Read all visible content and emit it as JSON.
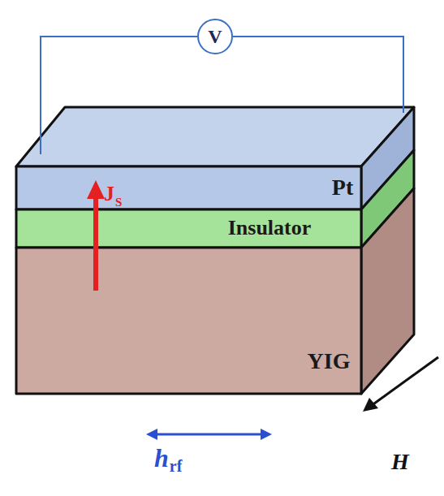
{
  "diagram": {
    "nodes": [
      {
        "text": [
          "V"
        ]
      },
      {
        "text": [
          "Pt"
        ]
      },
      {
        "text": [
          "Insulator"
        ]
      },
      {
        "text": [
          "YIG"
        ]
      }
    ],
    "edges": [
      {
        "from": 0,
        "to": 1,
        "arrow": "none"
      },
      {
        "from": 0,
        "to": 1,
        "arrow": "none"
      }
    ],
    "labels": [
      "J",
      "S",
      "h",
      "rf",
      "H"
    ]
  }
}
